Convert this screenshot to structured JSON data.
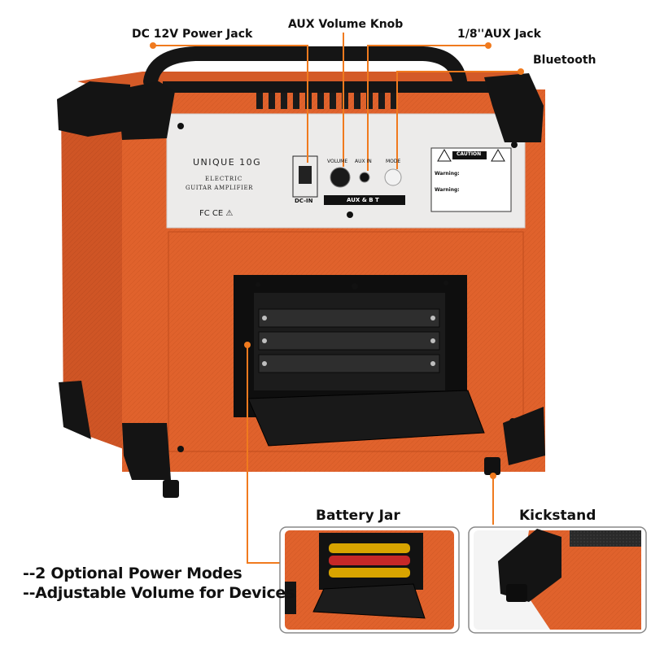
{
  "callouts": {
    "dc_power": "DC 12V Power Jack",
    "aux_volume": "AUX Volume Knob",
    "aux_jack": "1/8''AUX Jack",
    "bluetooth": "Bluetooth"
  },
  "insets": {
    "battery_title": "Battery Jar",
    "kickstand_title": "Kickstand"
  },
  "features": [
    "--2 Optional Power Modes",
    "--Adjustable Volume for Devices"
  ],
  "panel": {
    "model": "UNIQUE 10G",
    "subtitle_line1": "ELECTRIC",
    "subtitle_line2": "GUITAR AMPLIFIER",
    "dc_in_label": "DC-IN",
    "volume_label": "VOLUME",
    "aux_in_label": "AUX IN",
    "mode_label": "MODE",
    "aux_bt_label": "AUX & B T",
    "cert_marks": "FC  CE  ⚠",
    "caution_title": "CAUTION",
    "warning_word": "Warning:"
  },
  "colors": {
    "tolex": "#e0622c",
    "tolex_dark": "#b94a1c",
    "corner": "#141414",
    "panel": "#ecebea",
    "leader": "#f07a1e"
  }
}
